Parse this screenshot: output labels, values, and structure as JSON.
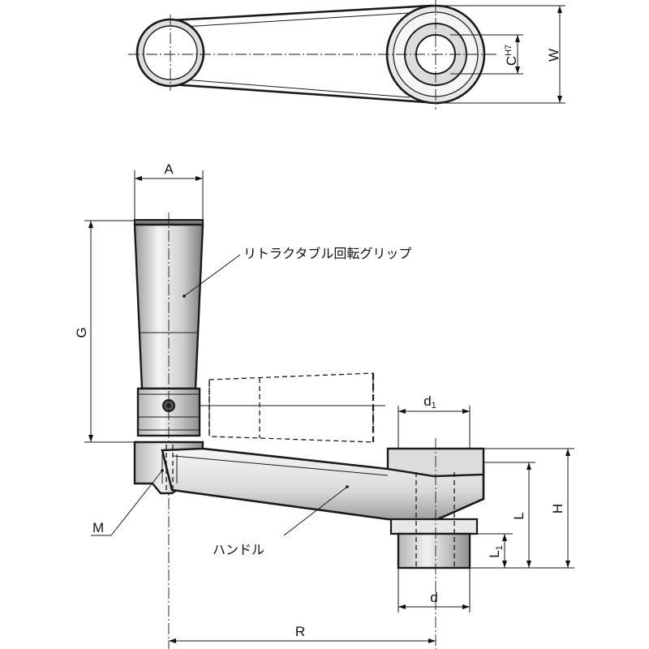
{
  "labels": {
    "A": "A",
    "G": "G",
    "W": "W",
    "C": "C",
    "C_sup": "H7",
    "d1": "d",
    "d1_sub": "1",
    "d": "d",
    "H": "H",
    "L": "L",
    "L1": "L",
    "L1_sub": "1",
    "M": "M",
    "R": "R"
  },
  "callouts": {
    "grip": "リトラクタブル回転グリップ",
    "handle": "ハンドル"
  }
}
